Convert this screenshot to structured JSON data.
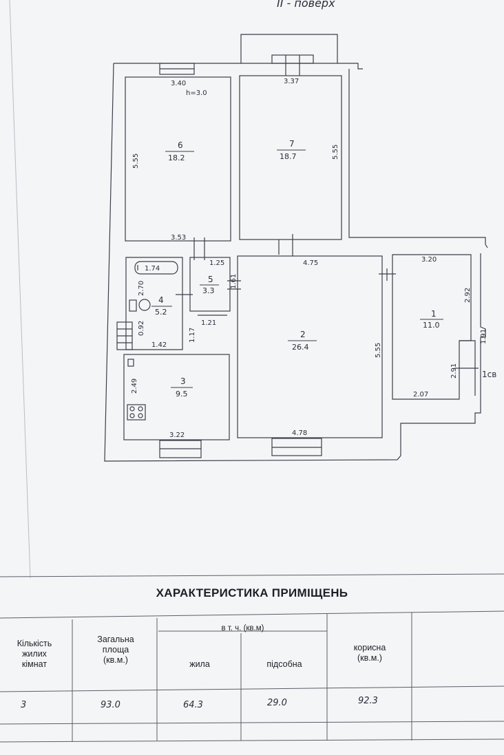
{
  "header_partial": "ІІ - поверх",
  "plan": {
    "rooms": [
      {
        "number": "6",
        "area": "18.2"
      },
      {
        "number": "7",
        "area": "18.7"
      },
      {
        "number": "5",
        "area": "3.3"
      },
      {
        "number": "4",
        "area": "5.2"
      },
      {
        "number": "3",
        "area": "9.5"
      },
      {
        "number": "2",
        "area": "26.4"
      },
      {
        "number": "1",
        "area": "11.0"
      }
    ],
    "dimensions": {
      "d_340": "3.40",
      "ceiling": "h=3.0",
      "d_337": "3.37",
      "d_555_left": "5.55",
      "d_555_mid": "5.55",
      "d_353": "3.53",
      "d_125": "1.25",
      "d_475": "4.75",
      "d_320": "3.20",
      "d_174": "1.74",
      "d_270": "2.70",
      "d_092": "0.92",
      "d_142": "1.42",
      "d_121": "1.21",
      "d_117": "1.17",
      "d_161": "1.61",
      "d_555_right": "5.55",
      "d_292": "2.92",
      "d_291": "2.91",
      "d_207": "2.07",
      "d_249": "2.49",
      "d_322": "3.22",
      "d_478": "4.78",
      "d_191": "1.91",
      "balcony_mark": "1св"
    }
  },
  "table": {
    "title": "ХАРАКТЕРИСТИКА ПРИМІЩЕНЬ",
    "col_rooms": "Кількість\nжилих\nкімнат",
    "col_total": "Загальна\nплоща\n(кв.м.)",
    "col_including": "в т. ч. (кв.м)",
    "col_living": "жила",
    "col_auxiliary": "підсобна",
    "col_useful": "корисна\n(кв.м.)",
    "row": {
      "rooms": "3",
      "total": "93.0",
      "living": "64.3",
      "auxiliary": "29.0",
      "useful": "92.3"
    }
  }
}
